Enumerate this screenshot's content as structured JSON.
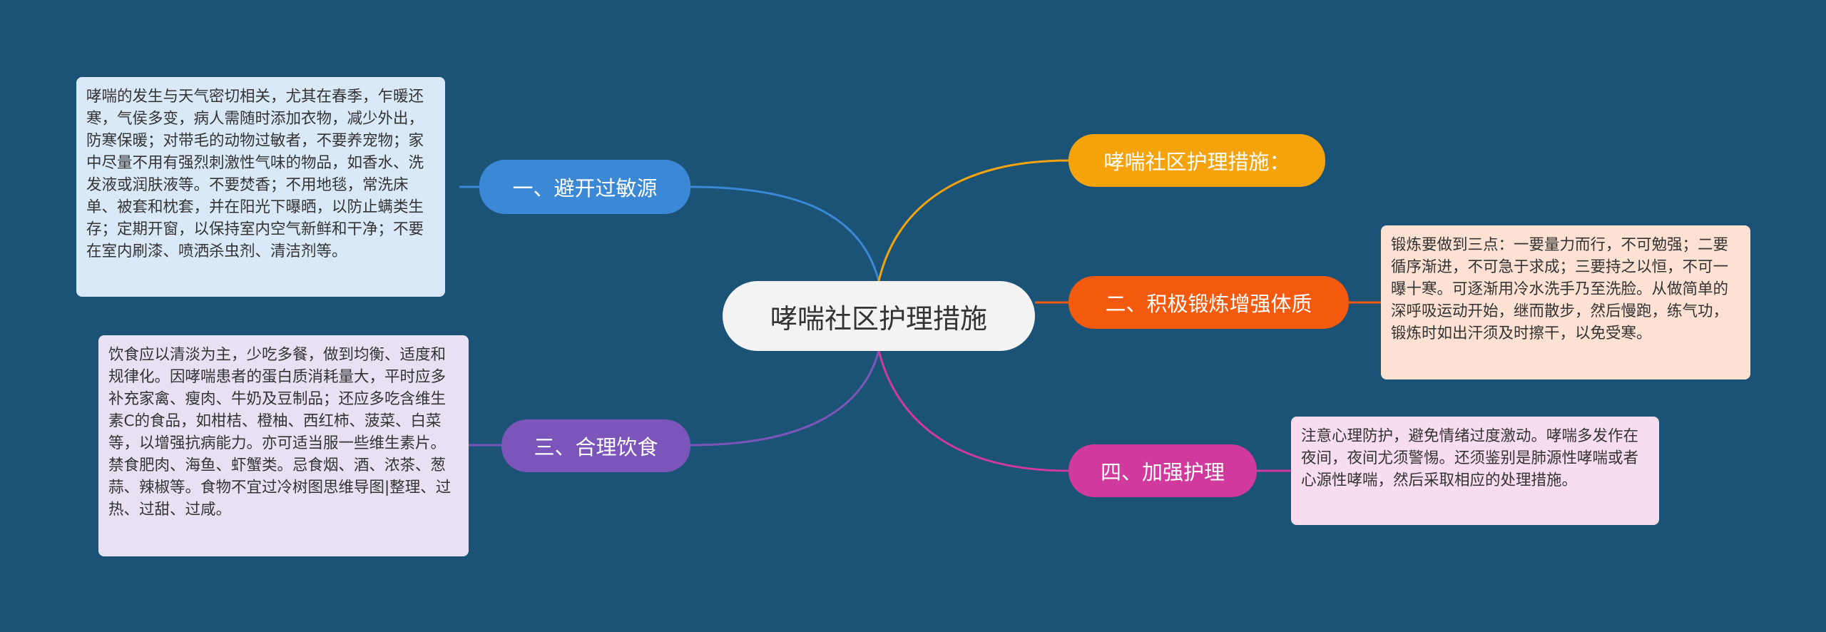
{
  "root": {
    "label": "哮喘社区护理措施"
  },
  "branches": {
    "allergen": {
      "label": "一、避开过敏源",
      "color": "#3b88d6",
      "note_bg": "#d9e9f8",
      "note": "哮喘的发生与天气密切相关，尤其在春季，乍暖还寒，气侯多变，病人需随时添加衣物，减少外出，防寒保暖；对带毛的动物过敏者，不要养宠物；家中尽量不用有强烈刺激性气味的物品，如香水、洗发液或润肤液等。不要焚香；不用地毯，常洗床单、被套和枕套，并在阳光下曝晒，以防止螨类生存；定期开窗，以保持室内空气新鲜和干净；不要在室内刷漆、喷洒杀虫剂、清洁剂等。"
    },
    "diet": {
      "label": "三、合理饮食",
      "color": "#7b55b9",
      "note_bg": "#e7e1f3",
      "note": "饮食应以清淡为主，少吃多餐，做到均衡、适度和规律化。因哮喘患者的蛋白质消耗量大，平时应多补充家禽、瘦肉、牛奶及豆制品；还应多吃含维生素C的食品，如柑桔、橙柚、西红柿、菠菜、白菜等，以增强抗病能力。亦可适当服一些维生素片。禁食肥肉、海鱼、虾蟹类。忌食烟、酒、浓茶、葱蒜、辣椒等。食物不宜过冷树图思维导图|整理、过热、过甜、过咸。"
    },
    "intro": {
      "label": "哮喘社区护理措施：",
      "color": "#f5a30c"
    },
    "exercise": {
      "label": "二、积极锻炼增强体质",
      "color": "#f35a0d",
      "note_bg": "#fde1d3",
      "note": "锻炼要做到三点：一要量力而行，不可勉强；二要循序渐进，不可急于求成；三要持之以恒，不可一曝十寒。可逐渐用冷水洗手乃至洗脸。从做简单的深呼吸运动开始，继而散步，然后慢跑，练气功，锻炼时如出汗须及时擦干，以免受寒。"
    },
    "care": {
      "label": "四、加强护理",
      "color": "#cf3a9c",
      "note_bg": "#f8dcef",
      "note": "注意心理防护，避免情绪过度激动。哮喘多发作在夜间，夜间尤须警惕。还须鉴别是肺源性哮喘或者心源性哮喘，然后采取相应的处理措施。"
    }
  }
}
